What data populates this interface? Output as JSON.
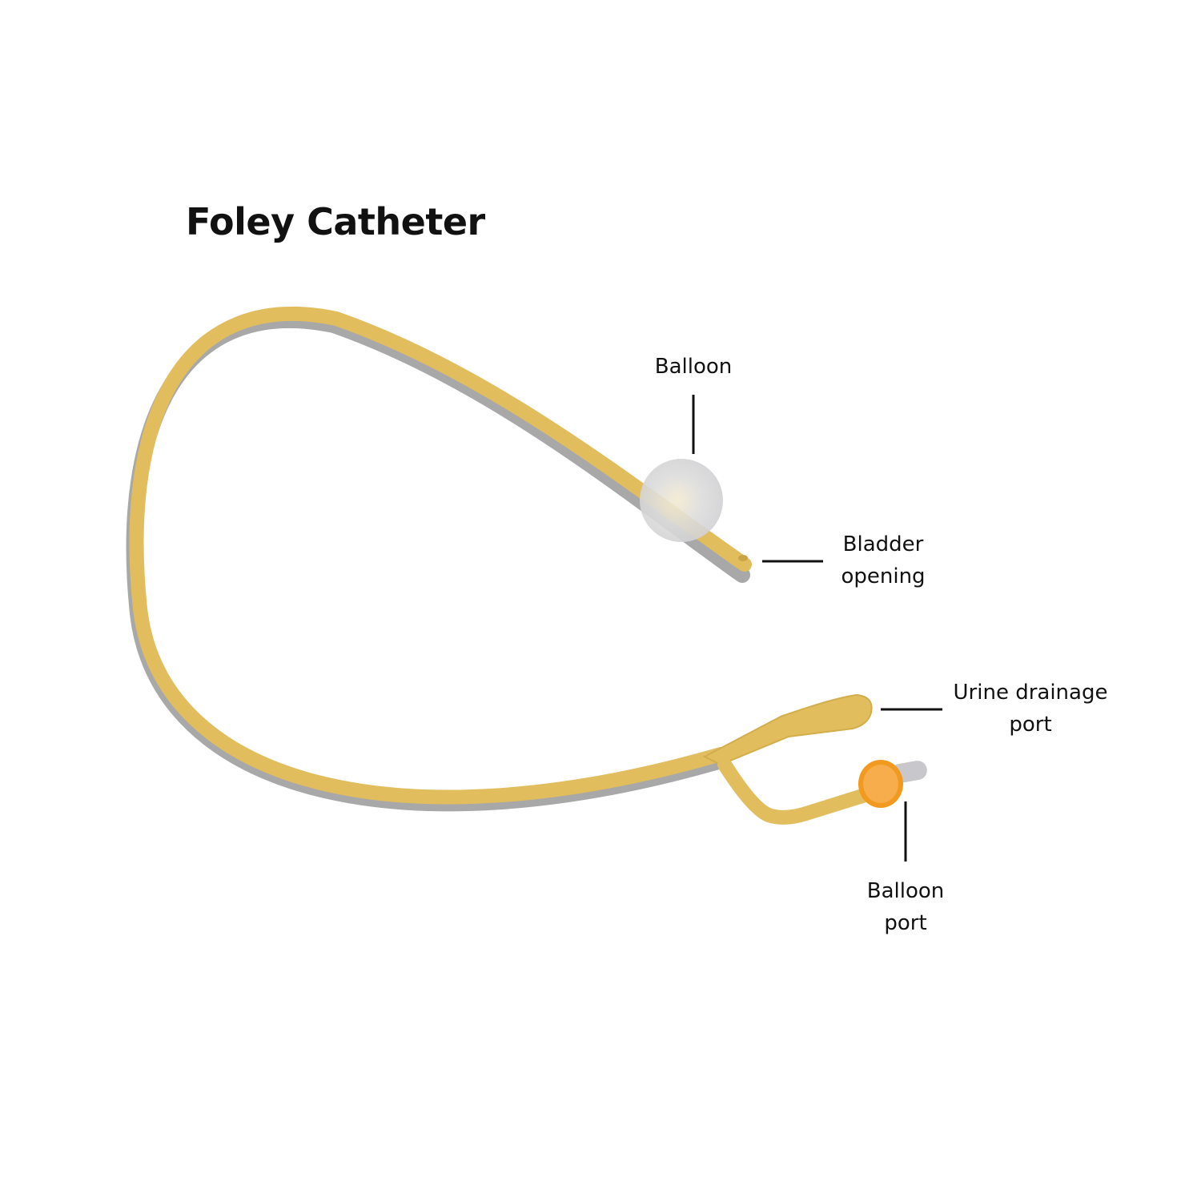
{
  "title": "Foley Catheter",
  "labels": {
    "balloon": "Balloon",
    "bladder_opening_line1": "Bladder",
    "bladder_opening_line2": "opening",
    "urine_port_line1": "Urine drainage",
    "urine_port_line2": "port",
    "balloon_port_line1": "Balloon",
    "balloon_port_line2": "port"
  },
  "colors": {
    "tube": "#e1bd5e",
    "tube_shadow": "#b9993f",
    "balloon": "#d6d6d6",
    "valve": "#f29a1f",
    "valve_inner": "#f7ad4c",
    "plug": "#c8c8cc",
    "leader_line": "#111111"
  }
}
